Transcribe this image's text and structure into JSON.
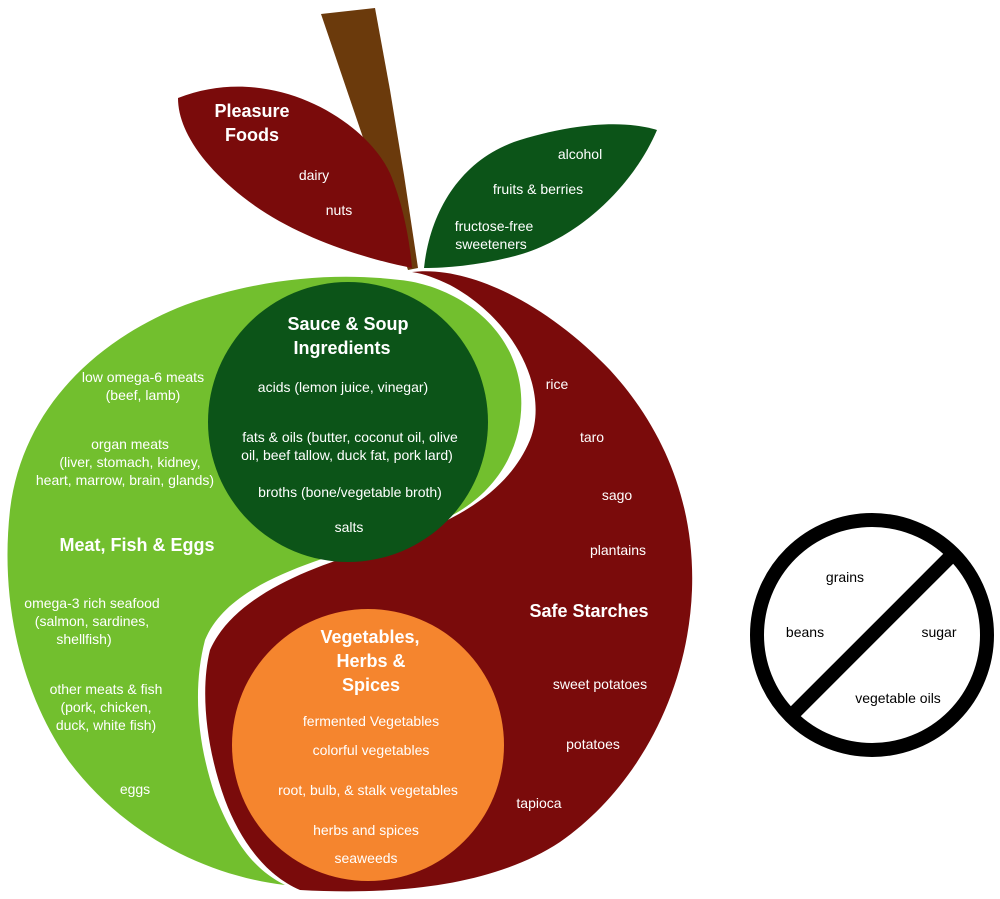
{
  "colors": {
    "maroon": "#7a0b0b",
    "green_light": "#72bf2e",
    "green_dark": "#0c5418",
    "orange": "#f5852e",
    "stem": "#6b3a0c",
    "sign": "#000000"
  },
  "pleasure": {
    "title_l1": "Pleasure",
    "title_l2": "Foods",
    "dairy": "dairy",
    "nuts": "nuts"
  },
  "leaf": {
    "alcohol": "alcohol",
    "fruits": "fruits & berries",
    "fructose_l1": "fructose-free",
    "fructose_l2": "sweeteners"
  },
  "sauce": {
    "title_l1": "Sauce & Soup",
    "title_l2": "Ingredients",
    "acids": "acids (lemon juice, vinegar)",
    "fats_l1": "fats & oils (butter,  coconut oil, olive",
    "fats_l2": "oil, beef tallow, duck fat, pork lard)",
    "broths": "broths (bone/vegetable broth)",
    "salts": "salts"
  },
  "meat": {
    "title": "Meat, Fish & Eggs",
    "low6_l1": "low omega-6 meats",
    "low6_l2": "(beef, lamb)",
    "organ_l1": "organ meats",
    "organ_l2": "(liver, stomach, kidney,",
    "organ_l3": "heart, marrow, brain, glands)",
    "omega3_l1": "omega-3 rich seafood",
    "omega3_l2": "(salmon, sardines,",
    "omega3_l3": "shellfish)",
    "other_l1": "other meats & fish",
    "other_l2": "(pork, chicken,",
    "other_l3": "duck, white fish)",
    "eggs": "eggs"
  },
  "starch": {
    "title": "Safe Starches",
    "rice": "rice",
    "taro": "taro",
    "sago": "sago",
    "plantains": "plantains",
    "sweet_potatoes": "sweet potatoes",
    "potatoes": "potatoes",
    "tapioca": "tapioca"
  },
  "veg": {
    "title_l1": "Vegetables,",
    "title_l2": "Herbs &",
    "title_l3": "Spices",
    "fermented": "fermented Vegetables",
    "colorful": "colorful vegetables",
    "root": "root, bulb, & stalk vegetables",
    "herbs": "herbs and spices",
    "seaweeds": "seaweeds"
  },
  "avoid": {
    "grains": "grains",
    "beans": "beans",
    "sugar": "sugar",
    "oils": "vegetable oils"
  }
}
